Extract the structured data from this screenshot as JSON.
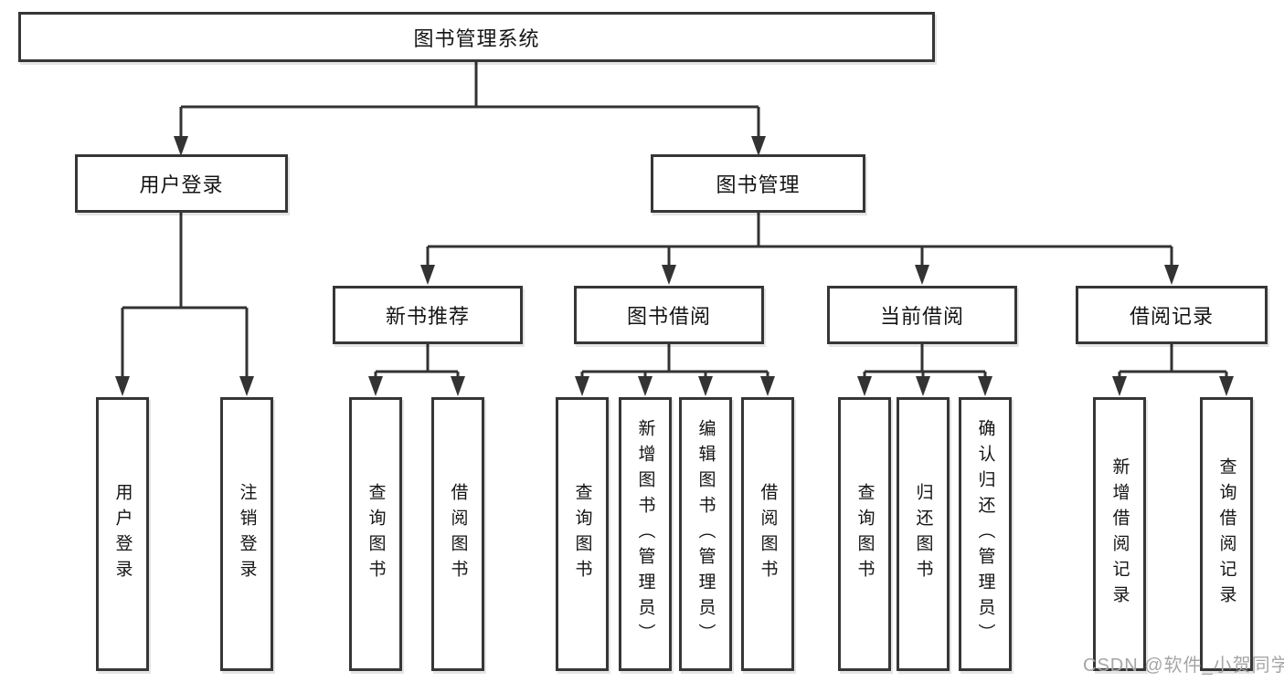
{
  "tree": {
    "root": {
      "label": "图书管理系统",
      "children": [
        {
          "label": "用户登录",
          "children": [
            {
              "label": "用户登录"
            },
            {
              "label": "注销登录"
            }
          ]
        },
        {
          "label": "图书管理",
          "children": [
            {
              "label": "新书推荐",
              "children": [
                {
                  "label": "查询图书"
                },
                {
                  "label": "借阅图书"
                }
              ]
            },
            {
              "label": "图书借阅",
              "children": [
                {
                  "label": "查询图书"
                },
                {
                  "label": "新增图书（管理员）"
                },
                {
                  "label": "编辑图书（管理员）"
                },
                {
                  "label": "借阅图书"
                }
              ]
            },
            {
              "label": "当前借阅",
              "children": [
                {
                  "label": "查询图书"
                },
                {
                  "label": "归还图书"
                },
                {
                  "label": "确认归还（管理员）"
                }
              ]
            },
            {
              "label": "借阅记录",
              "children": [
                {
                  "label": "新增借阅记录"
                },
                {
                  "label": "查询借阅记录"
                }
              ]
            }
          ]
        }
      ]
    }
  },
  "watermark": "CSDN @软件_小贺同学",
  "colors": {
    "line": "#333333",
    "box_border": "#363636",
    "box_fill": "#ffffff",
    "text": "#141414",
    "watermark": "#a6a6a6"
  }
}
